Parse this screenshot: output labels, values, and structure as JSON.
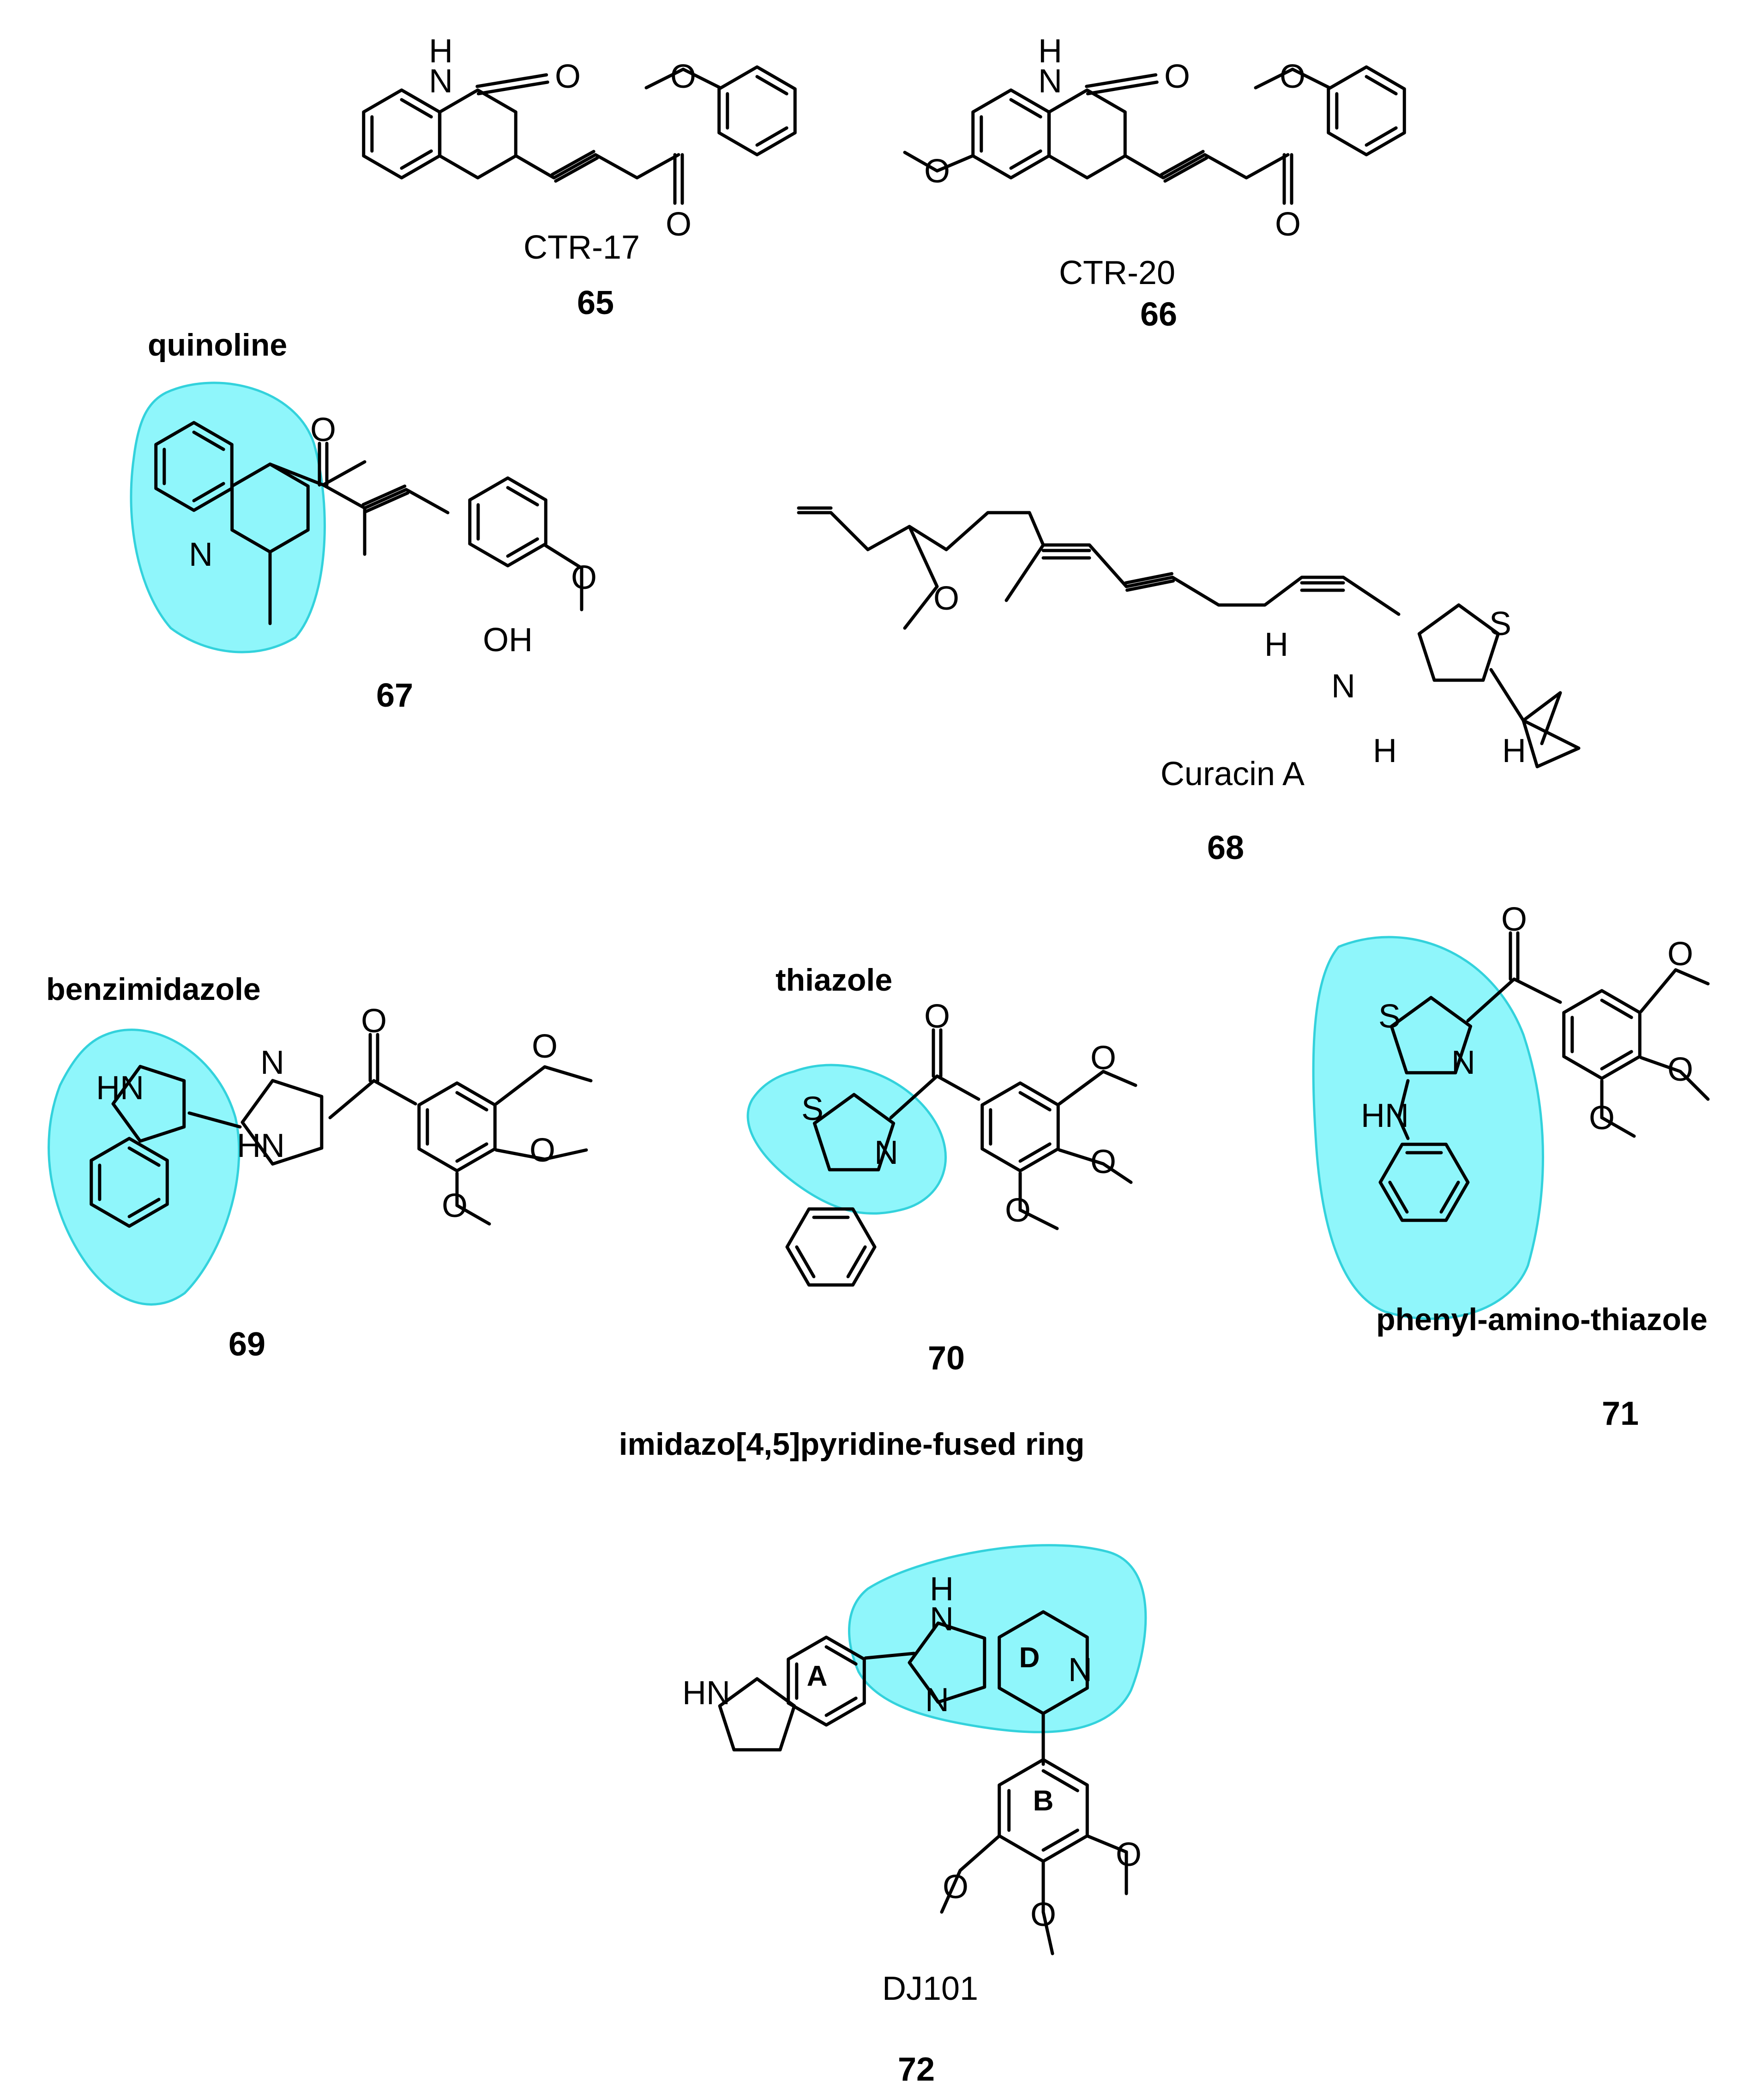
{
  "figure": {
    "colors": {
      "highlight": "#8ff6fb",
      "highlight_border": "#33d2dc",
      "bond": "#000000"
    },
    "compounds": [
      {
        "id": "c65",
        "name": "CTR-17",
        "number": "65",
        "highlight": ""
      },
      {
        "id": "c66",
        "name": "CTR-20",
        "number": "66",
        "highlight": ""
      },
      {
        "id": "c67",
        "name": "",
        "number": "67",
        "highlight": "quinoline"
      },
      {
        "id": "c68",
        "name": "Curacin A",
        "number": "68",
        "highlight": ""
      },
      {
        "id": "c69",
        "name": "",
        "number": "69",
        "highlight": "benzimidazole"
      },
      {
        "id": "c70",
        "name": "",
        "number": "70",
        "highlight": "thiazole"
      },
      {
        "id": "c71",
        "name": "",
        "number": "71",
        "highlight": "phenyl-amino-thiazole"
      },
      {
        "id": "c72",
        "name": "DJ101",
        "number": "72",
        "highlight": "imidazo[4,5]pyridine-fused ring",
        "ring_labels": [
          "A",
          "B",
          "D"
        ]
      }
    ],
    "atoms": {
      "N": "N",
      "NH": "N",
      "H": "H",
      "O": "O",
      "S": "S",
      "OH": "OH",
      "HN": "HN"
    }
  }
}
